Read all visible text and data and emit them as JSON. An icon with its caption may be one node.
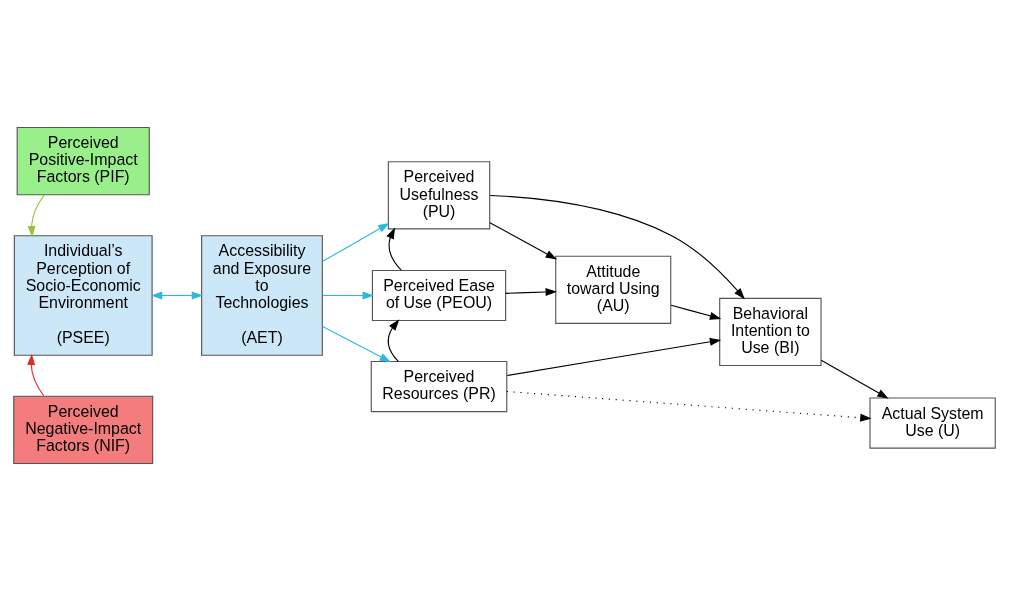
{
  "diagram": {
    "nodes": [
      {
        "text": [
          "Perceived Positive-Impact Factors (PIF)"
        ]
      },
      {
        "text": [
          "Perceived Usefulness (PU)"
        ]
      },
      {
        "text": [
          "Individual’s Perception of Socio-Economic Environment",
          "(PSEE)"
        ]
      },
      {
        "text": [
          "Accessibility and Exposure to Technologies",
          "(AET)"
        ]
      },
      {
        "text": [
          "Perceived Ease of Use (PEOU)"
        ]
      },
      {
        "text": [
          "Attitude toward Using (AU)"
        ]
      },
      {
        "text": [
          "Behavioral Intention to Use (BI)"
        ]
      },
      {
        "text": [
          "Actual System Use (U)"
        ]
      },
      {
        "text": [
          "Perceived Resources (PR)"
        ]
      },
      {
        "text": [
          "Perceived Negative-Impact Factors (NIF)"
        ]
      }
    ],
    "edges": [
      {
        "from": 0,
        "to": 2,
        "arrow": "to",
        "color": "#99c23a"
      },
      {
        "from": 9,
        "to": 2,
        "arrow": "to",
        "color": "#e02828"
      },
      {
        "from": 3,
        "to": 2,
        "arrow": "both",
        "color": "#2bb8e0"
      },
      {
        "from": 3,
        "to": 1,
        "arrow": "to",
        "color": "#2bb8e0"
      },
      {
        "from": 3,
        "to": 4,
        "arrow": "to",
        "color": "#2bb8e0"
      },
      {
        "from": 3,
        "to": 8,
        "arrow": "to",
        "color": "#2bb8e0"
      },
      {
        "from": 4,
        "to": 1,
        "arrow": "to"
      },
      {
        "from": 1,
        "to": 5,
        "arrow": "to"
      },
      {
        "from": 1,
        "to": 6,
        "arrow": "to"
      },
      {
        "from": 4,
        "to": 5,
        "arrow": "to"
      },
      {
        "from": 5,
        "to": 6,
        "arrow": "to"
      },
      {
        "from": 6,
        "to": 7,
        "arrow": "to"
      },
      {
        "from": 8,
        "to": 4,
        "arrow": "to"
      },
      {
        "from": 8,
        "to": 6,
        "arrow": "to"
      },
      {
        "from": 8,
        "to": 7,
        "arrow": "to",
        "style": "dashed"
      }
    ]
  }
}
